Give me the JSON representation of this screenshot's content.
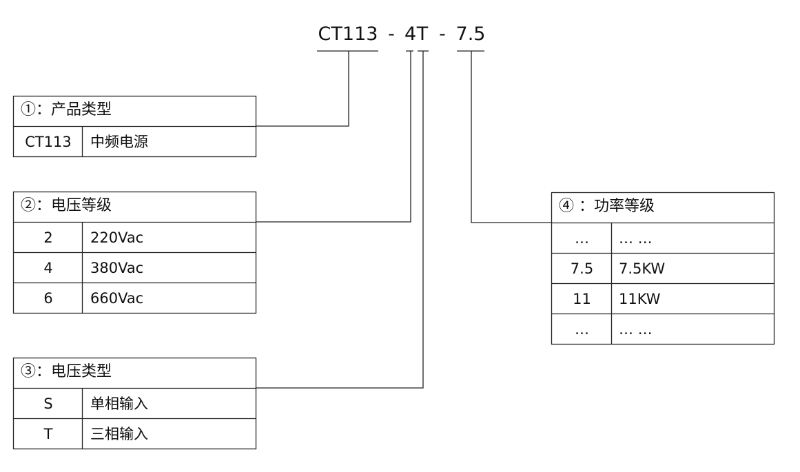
{
  "model_code": {
    "part1": "CT113",
    "sep1": "-",
    "part2a": "4",
    "part2b": "T",
    "sep2": "-",
    "part3": "7.5"
  },
  "product_type": {
    "title": "①：产品类型",
    "rows": [
      [
        "CT113",
        "中频电源"
      ]
    ]
  },
  "voltage_level": {
    "title": "②：电压等级",
    "rows": [
      [
        "2",
        "220Vac"
      ],
      [
        "4",
        "380Vac"
      ],
      [
        "6",
        "660Vac"
      ]
    ]
  },
  "voltage_type": {
    "title": "③：电压类型",
    "rows": [
      [
        "S",
        "单相输入"
      ],
      [
        "T",
        "三相输入"
      ]
    ]
  },
  "power_level": {
    "title": "④ ：功率等级",
    "rows": [
      [
        "…",
        "… …"
      ],
      [
        "7.5",
        "7.5KW"
      ],
      [
        "11",
        "11KW"
      ],
      [
        "…",
        "… …"
      ]
    ]
  }
}
